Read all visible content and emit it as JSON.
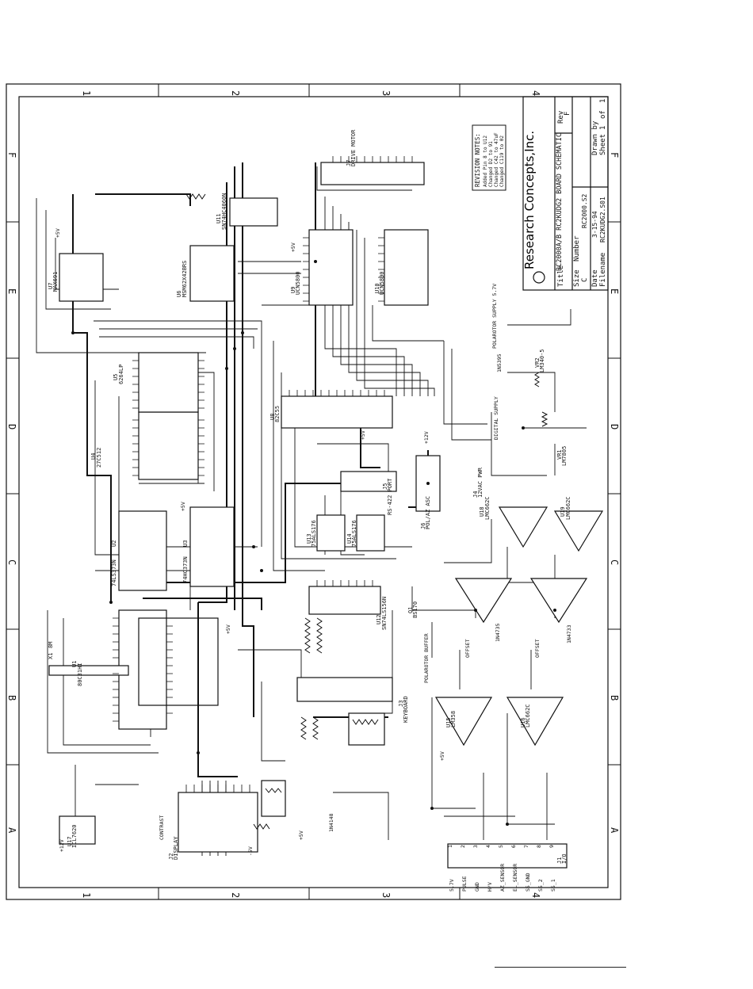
{
  "title_block": {
    "company": "Research Concepts,Inc.",
    "title_label": "Title",
    "title": "RC2000A/B RC2KUDG2 BOARD SCHEMATIC",
    "size_label": "Size",
    "size": "C",
    "number_label": "Number",
    "number": "RC2000.S2",
    "rev_label": "Rev",
    "rev": "F",
    "date_label": "Date",
    "date": "3-15-94",
    "drawn_by_label": "Drawn by",
    "filename_label": "Filename",
    "filename": "RC2KUDG2.S01",
    "sheet_label": "Sheet",
    "sheet": "1",
    "of_label": "of",
    "sheet_total": "1"
  },
  "revision_notes": {
    "heading": "REVISION NOTES:",
    "lines": [
      "Added Pin 8 to U12",
      "Changed D2 to 91",
      "Changed C42 to 47uF",
      "Changed C119 to 02"
    ]
  },
  "border": {
    "columns": [
      "1",
      "2",
      "3",
      "4"
    ],
    "rows": [
      "F",
      "E",
      "D",
      "C",
      "B",
      "A"
    ]
  },
  "components": [
    {
      "ref": "U1",
      "part": "80C31HI"
    },
    {
      "ref": "U2",
      "part": "74LS373N"
    },
    {
      "ref": "U3",
      "part": "74HC373N"
    },
    {
      "ref": "U4",
      "part": "27C512"
    },
    {
      "ref": "U5",
      "part": "6264LP"
    },
    {
      "ref": "U6",
      "part": "MSM62X42BRS"
    },
    {
      "ref": "U7",
      "part": "MAX691"
    },
    {
      "ref": "U8",
      "part": "82C55"
    },
    {
      "ref": "U9",
      "part": "UCN5800"
    },
    {
      "ref": "U10",
      "part": "UCN5800"
    },
    {
      "ref": "U11",
      "part": "SN74HC4060N"
    },
    {
      "ref": "U12",
      "part": "SN74LS156N"
    },
    {
      "ref": "U13",
      "part": "75ALS176"
    },
    {
      "ref": "U14",
      "part": "75ALS176"
    },
    {
      "ref": "U15",
      "part": "LM358"
    },
    {
      "ref": "U16",
      "part": "LMC662C"
    },
    {
      "ref": "U17",
      "part": "ICL7620"
    },
    {
      "ref": "U18",
      "part": "LMC662C"
    },
    {
      "ref": "U19",
      "part": "LMC662C"
    },
    {
      "ref": "VR1",
      "part": "LM7805"
    },
    {
      "ref": "VR2",
      "part": "LM340-5"
    },
    {
      "ref": "Q1",
      "part": "BS170"
    },
    {
      "ref": "X1",
      "part": "8M"
    },
    {
      "ref": "J1",
      "part": "I/O"
    },
    {
      "ref": "J2",
      "part": "DISPLAY"
    },
    {
      "ref": "J3",
      "part": "KEYBOARD"
    },
    {
      "ref": "J4",
      "part": "12VAC PWR"
    },
    {
      "ref": "J5",
      "part": "RS-422 PORT"
    },
    {
      "ref": "J6",
      "part": "POL/AZ ASC"
    },
    {
      "ref": "J7",
      "part": "DRIVE MOTOR"
    }
  ],
  "labels": {
    "plus5v": "+5V",
    "minus5v": "-5V",
    "plus12v": "+12V",
    "polarotor_supply": "POLAROTOR SUPPLY 5.7V",
    "digital_supply": "DIGITAL SUPPLY",
    "polarotor_buffer": "POLAROTOR BUFFER",
    "offset": "OFFSET",
    "contrast": "CONTRAST",
    "diode_a": "1N4735",
    "diode_b": "1N4733",
    "diode_c": "1N5395",
    "zener": "1N4148"
  },
  "io_connector": {
    "pins": [
      {
        "num": "1",
        "label": "5.7V"
      },
      {
        "num": "2",
        "label": "PULSE"
      },
      {
        "num": "3",
        "label": "GND"
      },
      {
        "num": "4",
        "label": "H/V"
      },
      {
        "num": "5",
        "label": "AZ_SENSOR"
      },
      {
        "num": "6",
        "label": "EL_SENSOR"
      },
      {
        "num": "7",
        "label": "SS_GND"
      },
      {
        "num": "8",
        "label": "SS_2"
      },
      {
        "num": "9",
        "label": "SS_1"
      }
    ]
  }
}
